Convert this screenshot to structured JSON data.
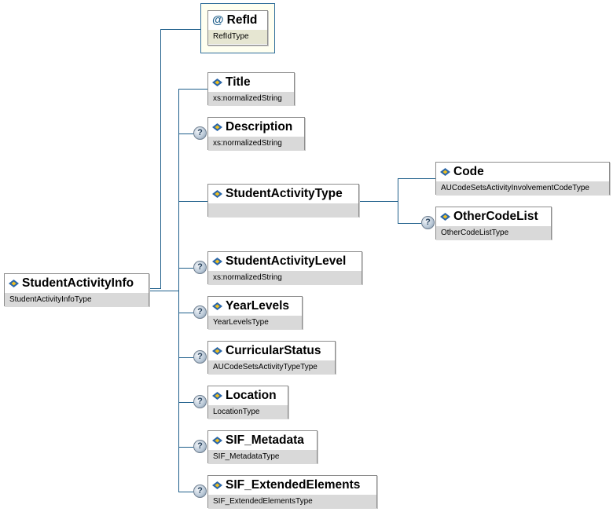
{
  "root": {
    "name": "StudentActivityInfo",
    "type": "StudentActivityInfoType"
  },
  "attribute": {
    "name": "RefId",
    "type": "RefIdType"
  },
  "children": [
    {
      "name": "Title",
      "type": "xs:normalizedString",
      "optional": false
    },
    {
      "name": "Description",
      "type": "xs:normalizedString",
      "optional": true
    },
    {
      "name": "StudentActivityType",
      "type": "",
      "optional": false
    },
    {
      "name": "StudentActivityLevel",
      "type": "xs:normalizedString",
      "optional": true
    },
    {
      "name": "YearLevels",
      "type": "YearLevelsType",
      "optional": true
    },
    {
      "name": "CurricularStatus",
      "type": "AUCodeSetsActivityTypeType",
      "optional": true
    },
    {
      "name": "Location",
      "type": "LocationType",
      "optional": true
    },
    {
      "name": "SIF_Metadata",
      "type": "SIF_MetadataType",
      "optional": true
    },
    {
      "name": "SIF_ExtendedElements",
      "type": "SIF_ExtendedElementsType",
      "optional": true
    }
  ],
  "choice_children": [
    {
      "name": "Code",
      "type": "AUCodeSetsActivityInvolvementCodeType",
      "optional": false
    },
    {
      "name": "OtherCodeList",
      "type": "OtherCodeListType",
      "optional": true
    }
  ],
  "icons": {
    "element": "element-icon",
    "attribute": "attribute-icon",
    "optional": "optional-question-icon"
  },
  "colors": {
    "connector": "#1f5f8b",
    "type_band": "#d9d9d9",
    "attribute_bg": "#fffff0"
  }
}
